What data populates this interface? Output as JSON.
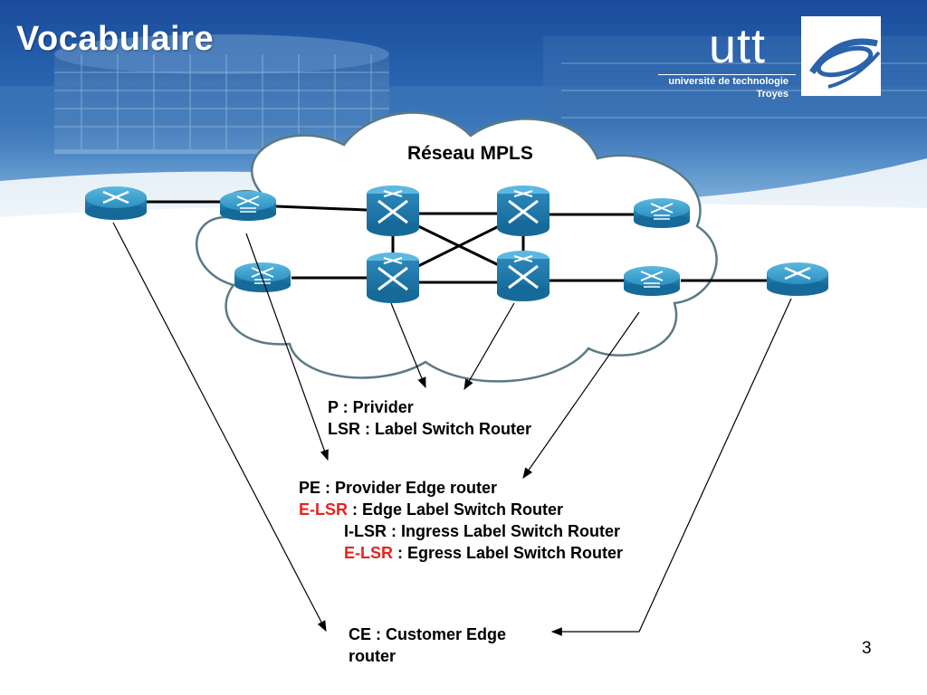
{
  "slide": {
    "title": "Vocabulaire",
    "page_number": "3"
  },
  "logo": {
    "letters": "utt",
    "line1": "université de technologie",
    "line2": "Troyes"
  },
  "cloud": {
    "label": "Réseau MPLS"
  },
  "legend": {
    "p": "P : Privider",
    "lsr": "LSR : Label Switch Router",
    "pe": "PE : Provider Edge router",
    "elsr_term": "E-LSR",
    "elsr_rest": " : Edge Label Switch Router",
    "ilsr": "I-LSR : Ingress Label Switch Router",
    "elsr2_term": "E-LSR",
    "elsr2_rest": " : Egress Label Switch Router",
    "ce_line1": "CE : Customer Edge",
    "ce_line2": "router"
  },
  "colors": {
    "header_blue": "#1f4f9e",
    "router_blue": "#2a8fc0",
    "highlight_red": "#e8231d",
    "cloud_stroke": "#5a7a86"
  },
  "icons": {
    "edge_router": "edge-router-icon",
    "lsr_router": "lsr-router-icon",
    "core_switch": "core-lsr-icon"
  }
}
